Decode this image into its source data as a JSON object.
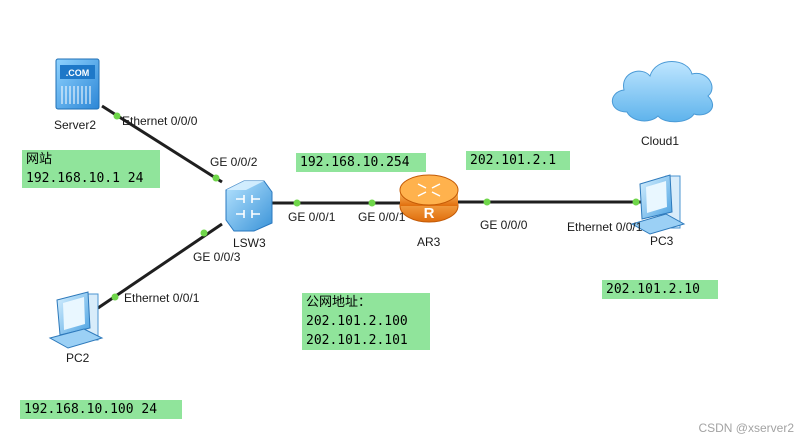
{
  "devices": {
    "server2": "Server2",
    "lsw3": "LSW3",
    "ar3": "AR3",
    "pc3": "PC3",
    "pc2": "PC2",
    "cloud1": "Cloud1",
    "server_screen_text": ".COM",
    "router_letter": "R"
  },
  "ports": {
    "server2_eth": "Ethernet 0/0/0",
    "lsw3_ge2": "GE 0/0/2",
    "lsw3_ge1": "GE 0/0/1",
    "lsw3_ge3": "GE 0/0/3",
    "ar3_ge1": "GE 0/0/1",
    "ar3_ge0": "GE 0/0/0",
    "pc3_eth": "Ethernet 0/0/1",
    "pc2_eth": "Ethernet 0/0/1"
  },
  "notes": {
    "website_title": "网站",
    "website_ip": "192.168.10.1 24",
    "ar3_inner_ip": "192.168.10.254",
    "ar3_outer_ip": "202.101.2.1",
    "public_title": "公网地址：",
    "public_ip1": "202.101.2.100",
    "public_ip2": "202.101.2.101",
    "pc3_ip": "202.101.2.10",
    "pc2_ip": "192.168.10.100 24"
  },
  "watermark": "CSDN @xserver2",
  "colors": {
    "link": "#1f1f1f",
    "port_dot": "#6fd64a",
    "note_bg": "#90e49b",
    "device_blue": "#4aa3e8",
    "router_orange": "#f08a1c"
  }
}
